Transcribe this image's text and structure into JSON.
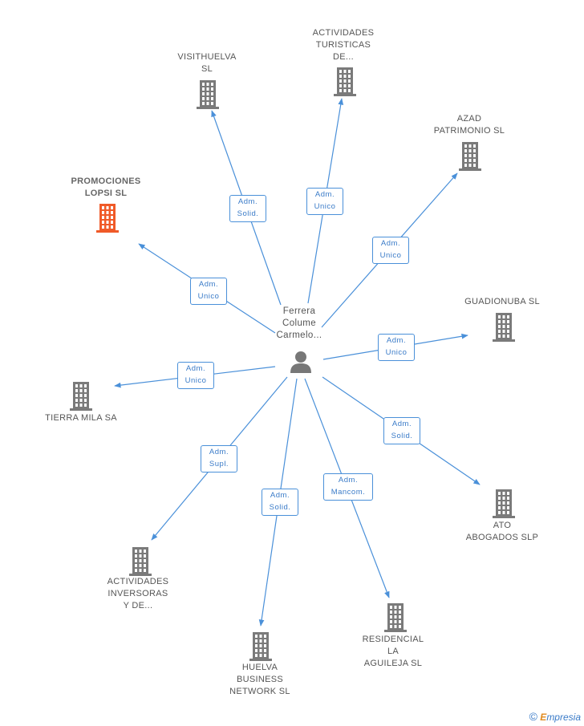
{
  "center": {
    "name": "Ferrera\nColume\nCarmelo..."
  },
  "nodes": [
    {
      "id": "visithuelva",
      "name": "VISITHUELVA\nSL",
      "highlight": false
    },
    {
      "id": "actividades_turisticas",
      "name": "ACTIVIDADES\nTURISTICAS\nDE...",
      "highlight": false
    },
    {
      "id": "azad",
      "name": "AZAD\nPATRIMONIO SL",
      "highlight": false
    },
    {
      "id": "promociones",
      "name": "PROMOCIONES\nLOPSI SL",
      "highlight": true
    },
    {
      "id": "guadionuba",
      "name": "GUADIONUBA SL",
      "highlight": false
    },
    {
      "id": "tierra",
      "name": "TIERRA MILA SA",
      "highlight": false
    },
    {
      "id": "ato",
      "name": "ATO\nABOGADOS SLP",
      "highlight": false
    },
    {
      "id": "actividades_inversoras",
      "name": "ACTIVIDADES\nINVERSORAS\nY DE...",
      "highlight": false
    },
    {
      "id": "huelva",
      "name": "HUELVA\nBUSINESS\nNETWORK SL",
      "highlight": false
    },
    {
      "id": "residencial",
      "name": "RESIDENCIAL\nLA\nAGUILEJA SL",
      "highlight": false
    }
  ],
  "edges": [
    {
      "to": "visithuelva",
      "label": "Adm.\nSolid."
    },
    {
      "to": "actividades_turisticas",
      "label": "Adm.\nUnico"
    },
    {
      "to": "azad",
      "label": "Adm.\nUnico"
    },
    {
      "to": "promociones",
      "label": "Adm.\nUnico"
    },
    {
      "to": "guadionuba",
      "label": "Adm.\nUnico"
    },
    {
      "to": "tierra",
      "label": "Adm.\nUnico"
    },
    {
      "to": "ato",
      "label": "Adm.\nSolid."
    },
    {
      "to": "actividades_inversoras",
      "label": "Adm.\nSupl."
    },
    {
      "to": "huelva",
      "label": "Adm.\nSolid."
    },
    {
      "to": "residencial",
      "label": "Adm.\nMancom."
    }
  ],
  "colors": {
    "edge": "#4a90d9",
    "building": "#7a7a7a",
    "building_highlight": "#f05a28",
    "person": "#777777"
  },
  "footer": {
    "copyright": "©",
    "brand_initial": "E",
    "brand_rest": "mpresia"
  }
}
